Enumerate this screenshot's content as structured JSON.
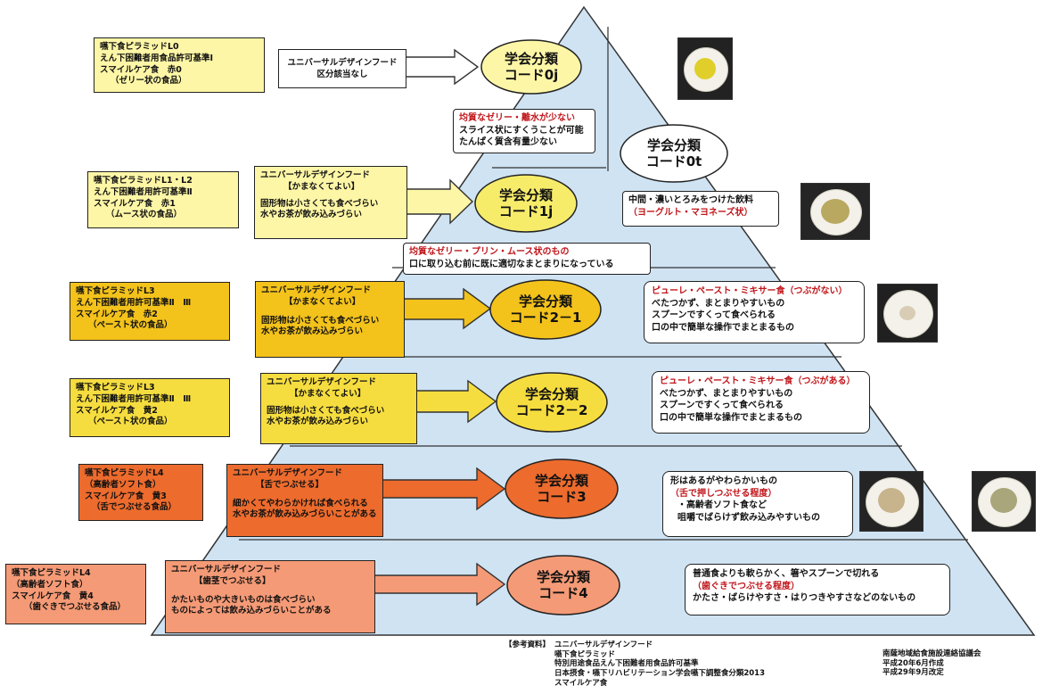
{
  "left_boxes": [
    {
      "lines": [
        "嚥下食ピラミッドL0",
        "えん下困難者用食品許可基準Ⅰ",
        "スマイルケア食　赤0",
        "（ゼリー状の食品）"
      ]
    },
    {
      "lines": [
        "嚥下食ピラミッドL1・L2",
        "えん下困難者用許可基準Ⅱ",
        "スマイルケア食　赤1",
        "（ムース状の食品）"
      ]
    },
    {
      "lines": [
        "嚥下食ピラミッドL3",
        "えん下困難者用許可基準Ⅱ　Ⅲ",
        "スマイルケア食　赤2",
        "（ペースト状の食品）"
      ]
    },
    {
      "lines": [
        "嚥下食ピラミッドL3",
        "えん下困難者用許可基準Ⅱ　Ⅲ",
        "スマイルケア食　黄2",
        "（ペースト状の食品）"
      ]
    },
    {
      "lines": [
        "嚥下食ピラミッドL4",
        "（高齢者ソフト食）",
        "スマイルケア食　黄3",
        "（舌でつぶせる食品）"
      ]
    },
    {
      "lines": [
        "嚥下食ピラミッドL4",
        "（高齢者ソフト食）",
        "スマイルケア食　黄4",
        "（歯ぐきでつぶせる食品）"
      ]
    }
  ],
  "udf_boxes": [
    {
      "lines": [
        "ユニバーサルデザインフード",
        "区分該当なし"
      ]
    },
    {
      "lines": [
        "ユニバーサルデザインフード",
        "【かまなくてよい】",
        "",
        "固形物は小さくても食べづらい",
        "水やお茶が飲み込みづらい"
      ]
    },
    {
      "lines": [
        "ユニバーサルデザインフード",
        "【かまなくてよい】",
        "",
        "固形物は小さくても食べづらい",
        "水やお茶が飲み込みづらい"
      ]
    },
    {
      "lines": [
        "ユニバーサルデザインフード",
        "【かまなくてよい】",
        "",
        "固形物は小さくても食べづらい",
        "水やお茶が飲み込みづらい"
      ]
    },
    {
      "lines": [
        "ユニバーサルデザインフード",
        "【舌でつぶせる】",
        "",
        "細かくてやわらかければ食べられる",
        "水やお茶が飲み込みづらいことがある"
      ]
    },
    {
      "lines": [
        "ユニバーサルデザインフード",
        "【歯茎でつぶせる】",
        "",
        "かたいものや大きいものは食べづらい",
        "ものによっては飲み込みづらいことがある"
      ]
    }
  ],
  "codes": [
    {
      "line1": "学会分類",
      "line2": "コード0j"
    },
    {
      "line1": "学会分類",
      "line2": "コード0t"
    },
    {
      "line1": "学会分類",
      "line2": "コード1j"
    },
    {
      "line1": "学会分類",
      "line2": "コード2－1"
    },
    {
      "line1": "学会分類",
      "line2": "コード2－2"
    },
    {
      "line1": "学会分類",
      "line2": "コード3"
    },
    {
      "line1": "学会分類",
      "line2": "コード4"
    }
  ],
  "descriptions": [
    {
      "red": "均質なゼリー・離水が少ない",
      "lines": [
        "スライス状にすくうことが可能",
        "たんぱく質含有量少ない"
      ]
    },
    {
      "lines": [
        "中間・濃いとろみをつけた飲料"
      ],
      "red": "（ヨーグルト・マヨネーズ状）"
    },
    {
      "red": "均質なゼリー・プリン・ムース状のもの",
      "lines": [
        "口に取り込む前に既に適切なまとまりになっている"
      ]
    },
    {
      "red": "ピューレ・ペースト・ミキサー食（つぶがない）",
      "lines": [
        "べたつかず、まとまりやすいもの",
        "スプーンですくって食べられる",
        "口の中で簡単な操作でまとまるもの"
      ]
    },
    {
      "red": "ピューレ・ペースト・ミキサー食（つぶがある）",
      "lines": [
        "べたつかず、まとまりやすいもの",
        "スプーンですくって食べられる",
        "口の中で簡単な操作でまとまるもの"
      ]
    },
    {
      "line1": "形はあるがやわらかいもの",
      "red": "（舌で押しつぶせる程度）",
      "lines": [
        "・高齢者ソフト食など",
        "咀嚼でばらけず飲み込みやすいもの"
      ]
    },
    {
      "line1": "普通食よりも軟らかく、箸やスプーンで切れる",
      "red": "（歯ぐきでつぶせる程度）",
      "lines": [
        "かたさ・ばらけやすさ・はりつきやすさなどのないもの"
      ]
    }
  ],
  "footer": {
    "label": "【参考資料】",
    "refs": [
      "ユニバーサルデザインフード",
      "嚥下食ピラミッド",
      "特別用途食品えん下困難者用食品許可基準",
      "日本摂食・嚥下リハビリテーション学会嚥下調整食分類2013",
      "スマイルケア食"
    ],
    "org": [
      "南薩地域給食施設連絡協議会",
      "平成20年6月作成",
      "平成29年9月改定"
    ]
  },
  "colors": {
    "pyramid": "#cfe3f3",
    "tier_yellow_light": "#fdf6a6",
    "tier_yellow": "#f6dd3f",
    "tier_gold": "#f3c21b",
    "tier_orange": "#ec6b2d",
    "tier_salmon": "#f59a76",
    "red_text": "#c0161b"
  }
}
